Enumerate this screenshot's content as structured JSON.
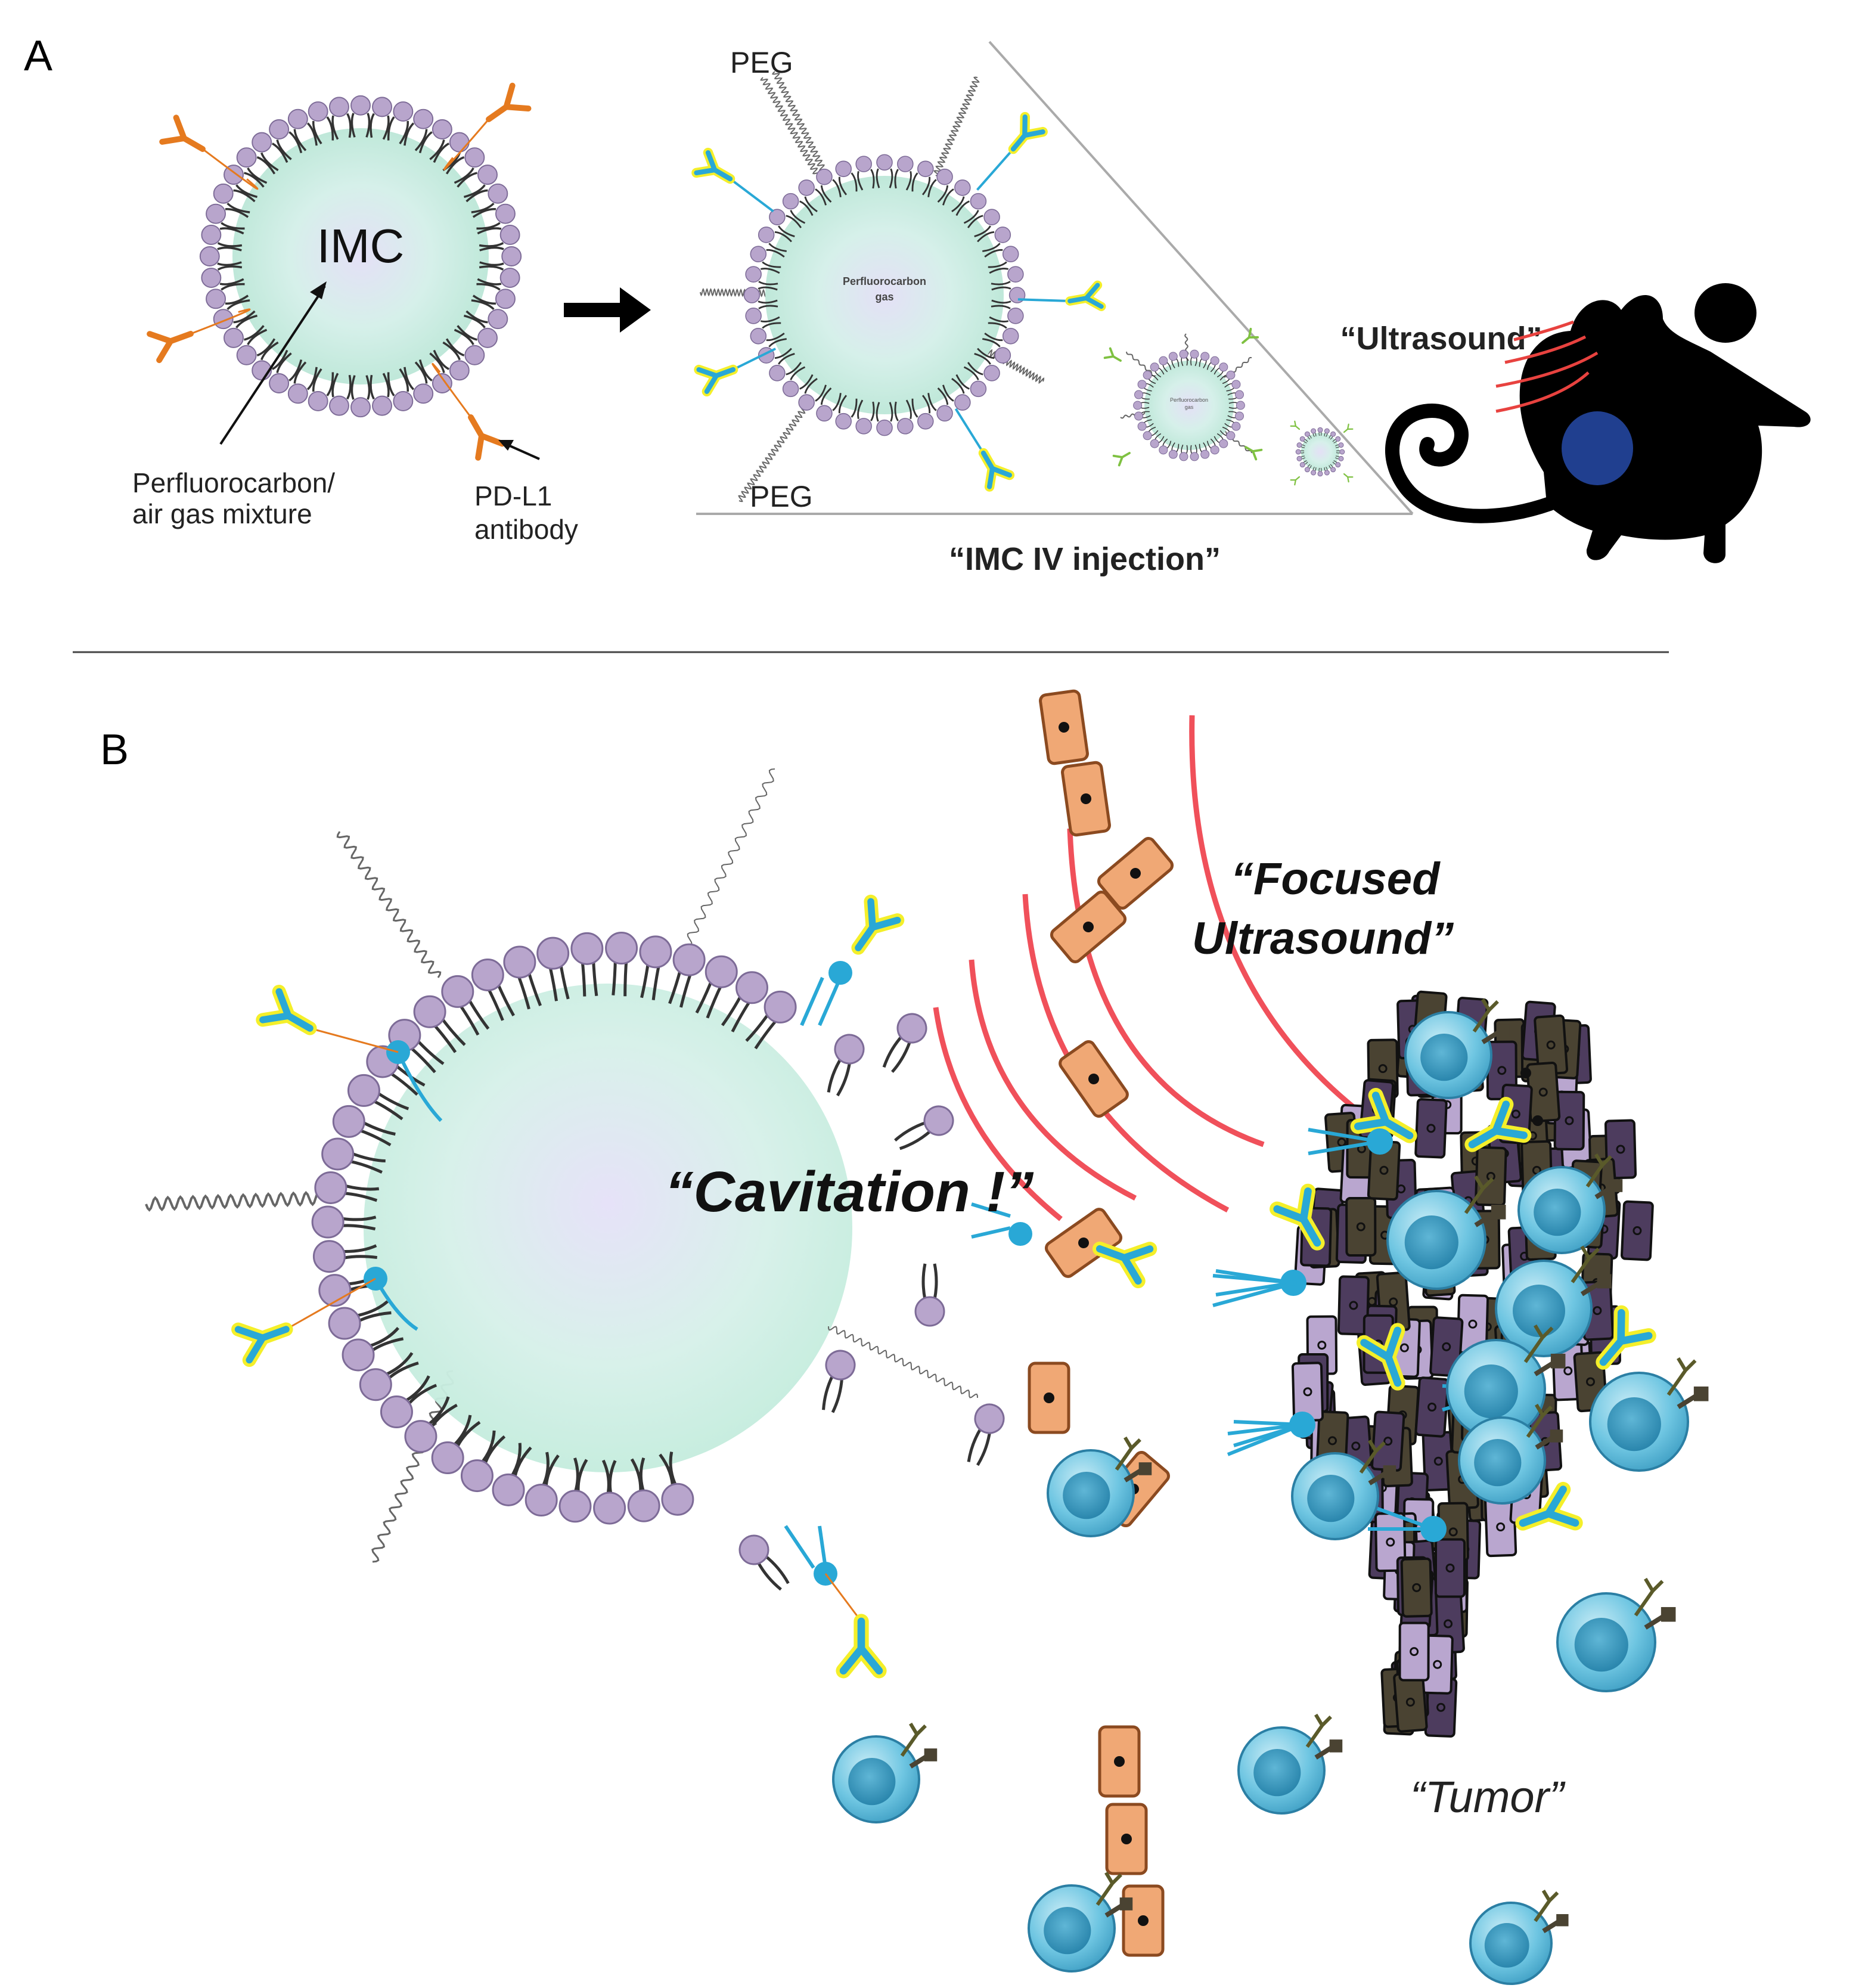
{
  "panel_a": {
    "label": "A",
    "imc_label": "IMC",
    "pfc_label_line1": "Perfluorocarbon/",
    "pfc_label_line2": "air gas  mixture",
    "antibody_label_line1": "PD-L1",
    "antibody_label_line2": "antibody",
    "peg_top": "PEG",
    "peg_bottom": "PEG",
    "bubble_large_line1": "Perfluorocarbon",
    "bubble_large_line2": "gas",
    "bubble_mid_line1": "Perfluorocarbon",
    "bubble_mid_line2": "gas",
    "ultrasound_label": "“Ultrasound”",
    "injection_label": "“IMC IV injection”"
  },
  "panel_b": {
    "label": "B",
    "focused_line1": "“Focused",
    "focused_line2": "Ultrasound”",
    "cavitation_label": "“Cavitation !”",
    "tumor_label": "“Tumor”"
  },
  "colors": {
    "bubble_fill": "#cdeee3",
    "lipid_head": "#b8a5cc",
    "antibody_orange": "#e57a1f",
    "antibody_blue": "#29a8d6",
    "antibody_glow": "#f4ef2a",
    "ultrasound_wave": "#f0505a",
    "mouse": "#000000",
    "tumor_site": "#203f8f",
    "rbc": "#f0a875",
    "t_cell": "#6cc5e0",
    "tumor_dark": "#4d3c5e",
    "tumor_olive": "#4a4332",
    "tumor_light": "#b9a6cf"
  },
  "icons": [
    "mouse-silhouette",
    "bubble-icon",
    "antibody-icon",
    "t-cell-icon",
    "red-blood-cell-icon",
    "tumor-cell-icon",
    "ultrasound-wave-icon",
    "arrow-right-icon"
  ]
}
